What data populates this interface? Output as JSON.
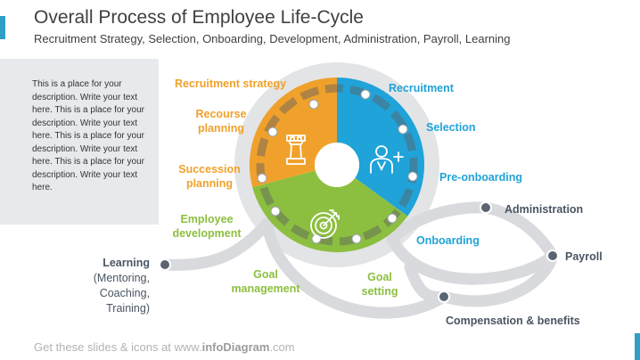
{
  "header": {
    "title": "Overall Process of Employee Life-Cycle",
    "subtitle": "Recruitment Strategy, Selection, Onboarding, Development, Administration, Payroll, Learning"
  },
  "description": "This is a place for your description. Write your text here. This is a place for your description. Write your text here. This is a place for your description. Write your text here. This is a place for your description. Write your text here.",
  "labels": {
    "recruitment_strategy": "Recruitment strategy",
    "recourse_planning_1": "Recourse",
    "recourse_planning_2": "planning",
    "succession_planning_1": "Succession",
    "succession_planning_2": "planning",
    "employee_development_1": "Employee",
    "employee_development_2": "development",
    "goal_management_1": "Goal",
    "goal_management_2": "management",
    "goal_setting_1": "Goal",
    "goal_setting_2": "setting",
    "recruitment": "Recruitment",
    "selection": "Selection",
    "pre_onboarding": "Pre-onboarding",
    "onboarding": "Onboarding",
    "administration": "Administration",
    "payroll": "Payroll",
    "compensation_benefits": "Compensation & benefits",
    "learning_title": "Learning",
    "learning_sub_1": "(Mentoring,",
    "learning_sub_2": "Coaching,",
    "learning_sub_3": "Training)"
  },
  "footer": {
    "prefix": "Get these slides & icons at www.",
    "brand": "infoDiagram",
    "suffix": ".com"
  },
  "colors": {
    "orange": "#f0a12b",
    "blue": "#20a3d8",
    "green": "#8cbf3f",
    "gray_text": "#4a5563",
    "ring": "#e3e4e6",
    "accent": "#2f9ec8"
  },
  "icons": {
    "orange_segment": "chess-rook-icon",
    "blue_segment": "add-user-icon",
    "green_segment": "target-arrow-icon"
  }
}
